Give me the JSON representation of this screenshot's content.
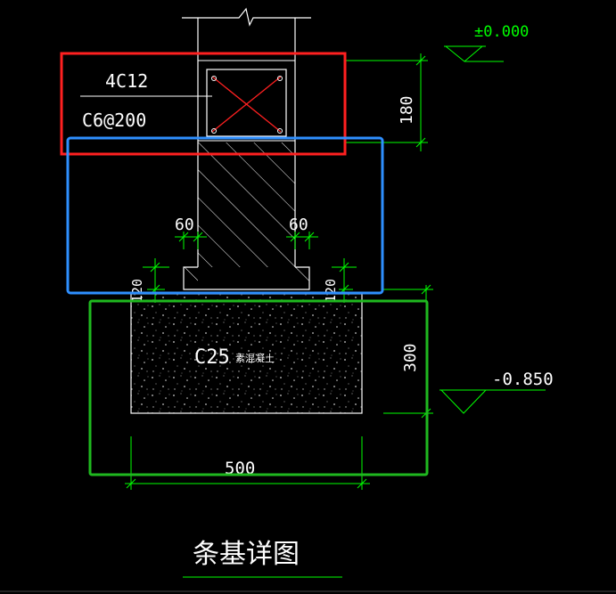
{
  "labels": {
    "elevation_top": "±0.000",
    "elevation_bottom": "-0.850",
    "rebar_main": "4C12",
    "rebar_stirrup": "C6@200",
    "dim_beam_height": "180",
    "dim_step_left": "60",
    "dim_step_right": "60",
    "dim_small_left": "120",
    "dim_small_right": "120",
    "dim_footing_height": "300",
    "dim_footing_width": "500",
    "concrete_grade": "C25",
    "concrete_type": "素混凝土",
    "drawing_title": "条基详图"
  },
  "colors": {
    "background": "#000000",
    "outline": "#ffffff",
    "dimension": "#00ff00",
    "rebar": "#ff0000",
    "highlight_red": "#ff2020",
    "highlight_blue": "#2e8fff",
    "highlight_green": "#1fb81f"
  }
}
